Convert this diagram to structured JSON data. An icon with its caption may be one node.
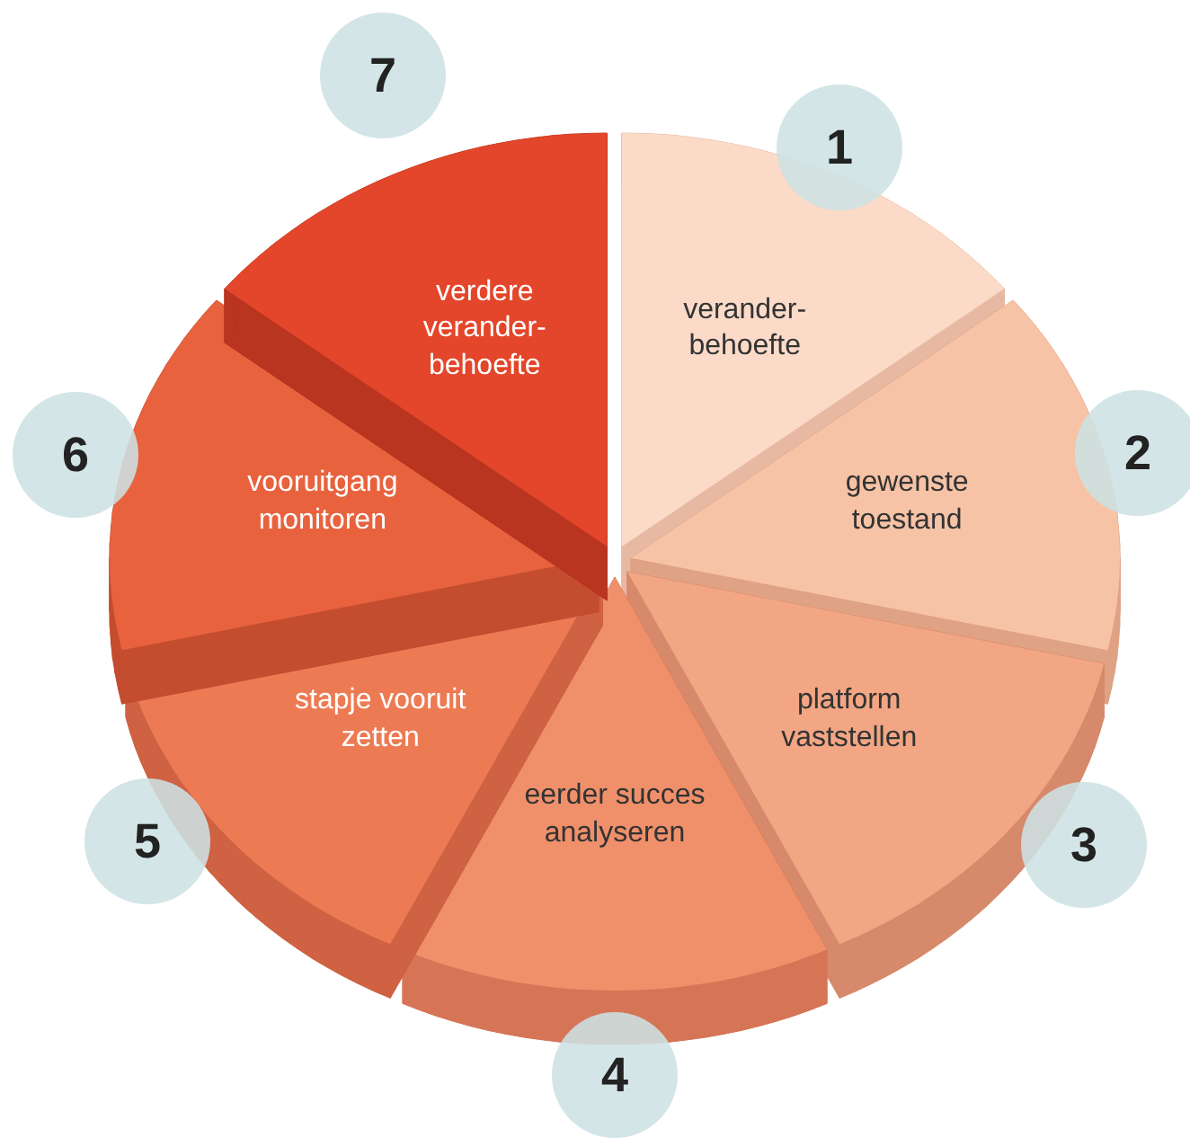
{
  "diagram": {
    "nodes": [
      {
        "text": [
          "verander- behoefte"
        ],
        "beside": [
          "1"
        ]
      },
      {
        "text": [
          "gewenste toestand"
        ],
        "beside": [
          "2"
        ]
      },
      {
        "text": [
          "platform vaststellen"
        ],
        "beside": [
          "3"
        ]
      },
      {
        "text": [
          "eerder succes analyseren"
        ],
        "beside": [
          "4"
        ]
      },
      {
        "text": [
          "stapje vooruit zetten"
        ],
        "beside": [
          "5"
        ]
      },
      {
        "text": [
          "vooruitgang monitoren"
        ],
        "beside": [
          "6"
        ]
      },
      {
        "text": [
          "verdere verander- behoefte"
        ],
        "beside": [
          "7"
        ]
      }
    ]
  }
}
